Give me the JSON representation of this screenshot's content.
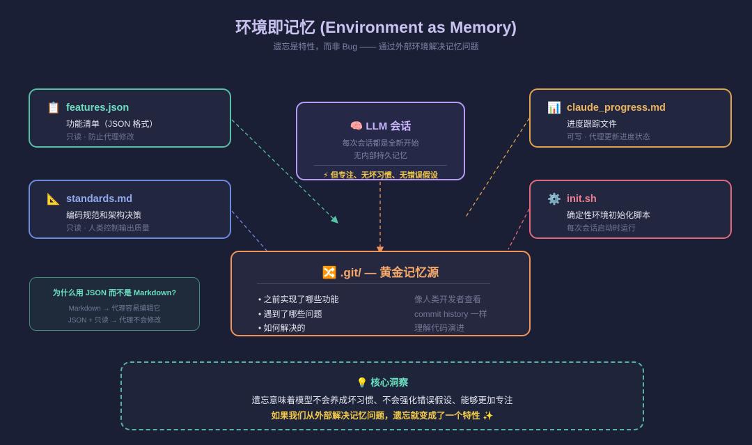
{
  "header": {
    "title": "环境即记忆 (Environment as Memory)",
    "subtitle": "遗忘是特性，而非 Bug —— 通过外部环境解决记忆问题"
  },
  "features": {
    "icon": "📋",
    "icon_name": "clipboard-icon",
    "title": "features.json",
    "desc": "功能清单（JSON 格式）",
    "note": "只读 · 防止代理修改",
    "color": "#55c2a6"
  },
  "standards": {
    "icon": "📐",
    "icon_name": "triangle-ruler-icon",
    "title": "standards.md",
    "desc": "编码规范和架构决策",
    "note": "只读 · 人类控制输出质量",
    "color": "#6b8bdc"
  },
  "progress": {
    "icon": "📊",
    "icon_name": "bar-chart-icon",
    "title": "claude_progress.md",
    "desc": "进度跟踪文件",
    "note": "可写 · 代理更新进度状态",
    "color": "#e2a34c"
  },
  "init": {
    "icon": "⚙️",
    "icon_name": "gear-icon",
    "title": "init.sh",
    "desc": "确定性环境初始化脚本",
    "note": "每次会话启动时运行",
    "color": "#e2697d"
  },
  "llm": {
    "icon": "🧠",
    "icon_name": "brain-icon",
    "title": "LLM 会话",
    "line1": "每次会话都是全新开始",
    "line2": "无内部持久记忆",
    "footer": "⚡ 但专注、无坏习惯、无错误假设",
    "color": "#b59cf2"
  },
  "git": {
    "icon": "🔀",
    "icon_name": "shuffle-icon",
    "title": ".git/ — 黄金记忆源",
    "items": [
      "之前实现了哪些功能",
      "遇到了哪些问题",
      "如何解决的"
    ],
    "notes": [
      "像人类开发者查看",
      "commit history 一样",
      "理解代码演进"
    ],
    "color": "#f0955a"
  },
  "why": {
    "title": "为什么用 JSON 而不是 Markdown?",
    "line1": "Markdown → 代理容易编辑它",
    "line2": "JSON + 只读 → 代理不会修改"
  },
  "insight": {
    "icon": "💡",
    "icon_name": "lightbulb-icon",
    "title": "核心洞察",
    "line1": "遗忘意味着模型不会养成坏习惯、不会强化错误假设、能够更加专注",
    "line2": "如果我们从外部解决记忆问题，遗忘就变成了一个特性 ✨"
  }
}
